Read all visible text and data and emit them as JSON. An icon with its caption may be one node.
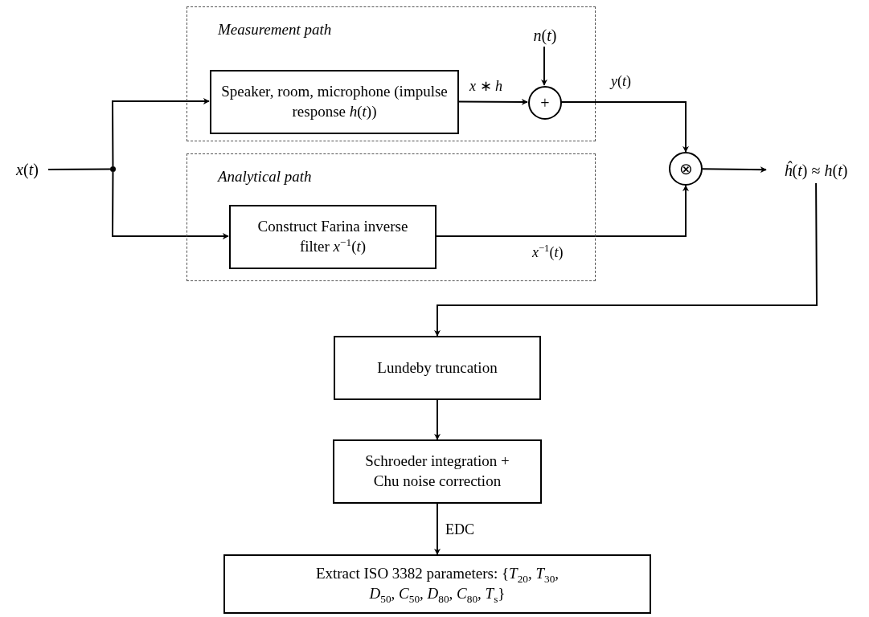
{
  "diagram": {
    "nodes": [
      {
        "text": [
          "Measurement path"
        ]
      },
      {
        "text": [
          "Speaker, room, microphone (impulse response *h*(*t*))"
        ],
        "in": 0
      },
      {
        "text": [
          "+"
        ],
        "in": 0
      },
      {
        "text": [
          "*n*(*t*)"
        ],
        "in": 0
      },
      {
        "text": [
          "Analytical path"
        ]
      },
      {
        "text": [
          "Construct Farina inverse filter *x*$^{−1}$(*t*)"
        ],
        "in": 4
      },
      {
        "text": [
          "*x*(*t*)"
        ]
      },
      {
        "text": [],
        "shape": "circle"
      },
      {
        "text": [
          "⊗"
        ]
      },
      {
        "text": [
          "*ĥ*(*t*) ≈ *h*(*t*)"
        ]
      },
      {
        "text": [
          "Lundeby truncation"
        ]
      },
      {
        "text": [
          "Schroeder integration + Chu noise correction"
        ]
      },
      {
        "text": [
          "Extract ISO 3382 parameters: {*T*$_{20}$, *T*$_{30}$, *D*$_{50}$, *C*$_{50}$, *D*$_{80}$, *C*$_{80}$, *T*$_{s}$}"
        ]
      }
    ],
    "edges": [
      {
        "from": 6,
        "to": 7,
        "arrow": "none"
      },
      {
        "from": 7,
        "to": 1,
        "arrow": "to"
      },
      {
        "from": 7,
        "to": 5,
        "arrow": "to"
      },
      {
        "from": 1,
        "to": 2,
        "arrow": "to",
        "label": "*x* ∗ *h*"
      },
      {
        "from": 3,
        "to": 2,
        "arrow": "to"
      },
      {
        "from": 2,
        "to": 8,
        "arrow": "to",
        "label": "*y*(*t*)"
      },
      {
        "from": 5,
        "to": 8,
        "arrow": "to",
        "label": "*x*$^{−1}$(*t*)"
      },
      {
        "from": 8,
        "to": 9,
        "arrow": "to"
      },
      {
        "from": 9,
        "to": 10,
        "arrow": "to"
      },
      {
        "from": 10,
        "to": 11,
        "arrow": "to"
      },
      {
        "from": 11,
        "to": 12,
        "arrow": "to",
        "label": "EDC"
      }
    ]
  }
}
